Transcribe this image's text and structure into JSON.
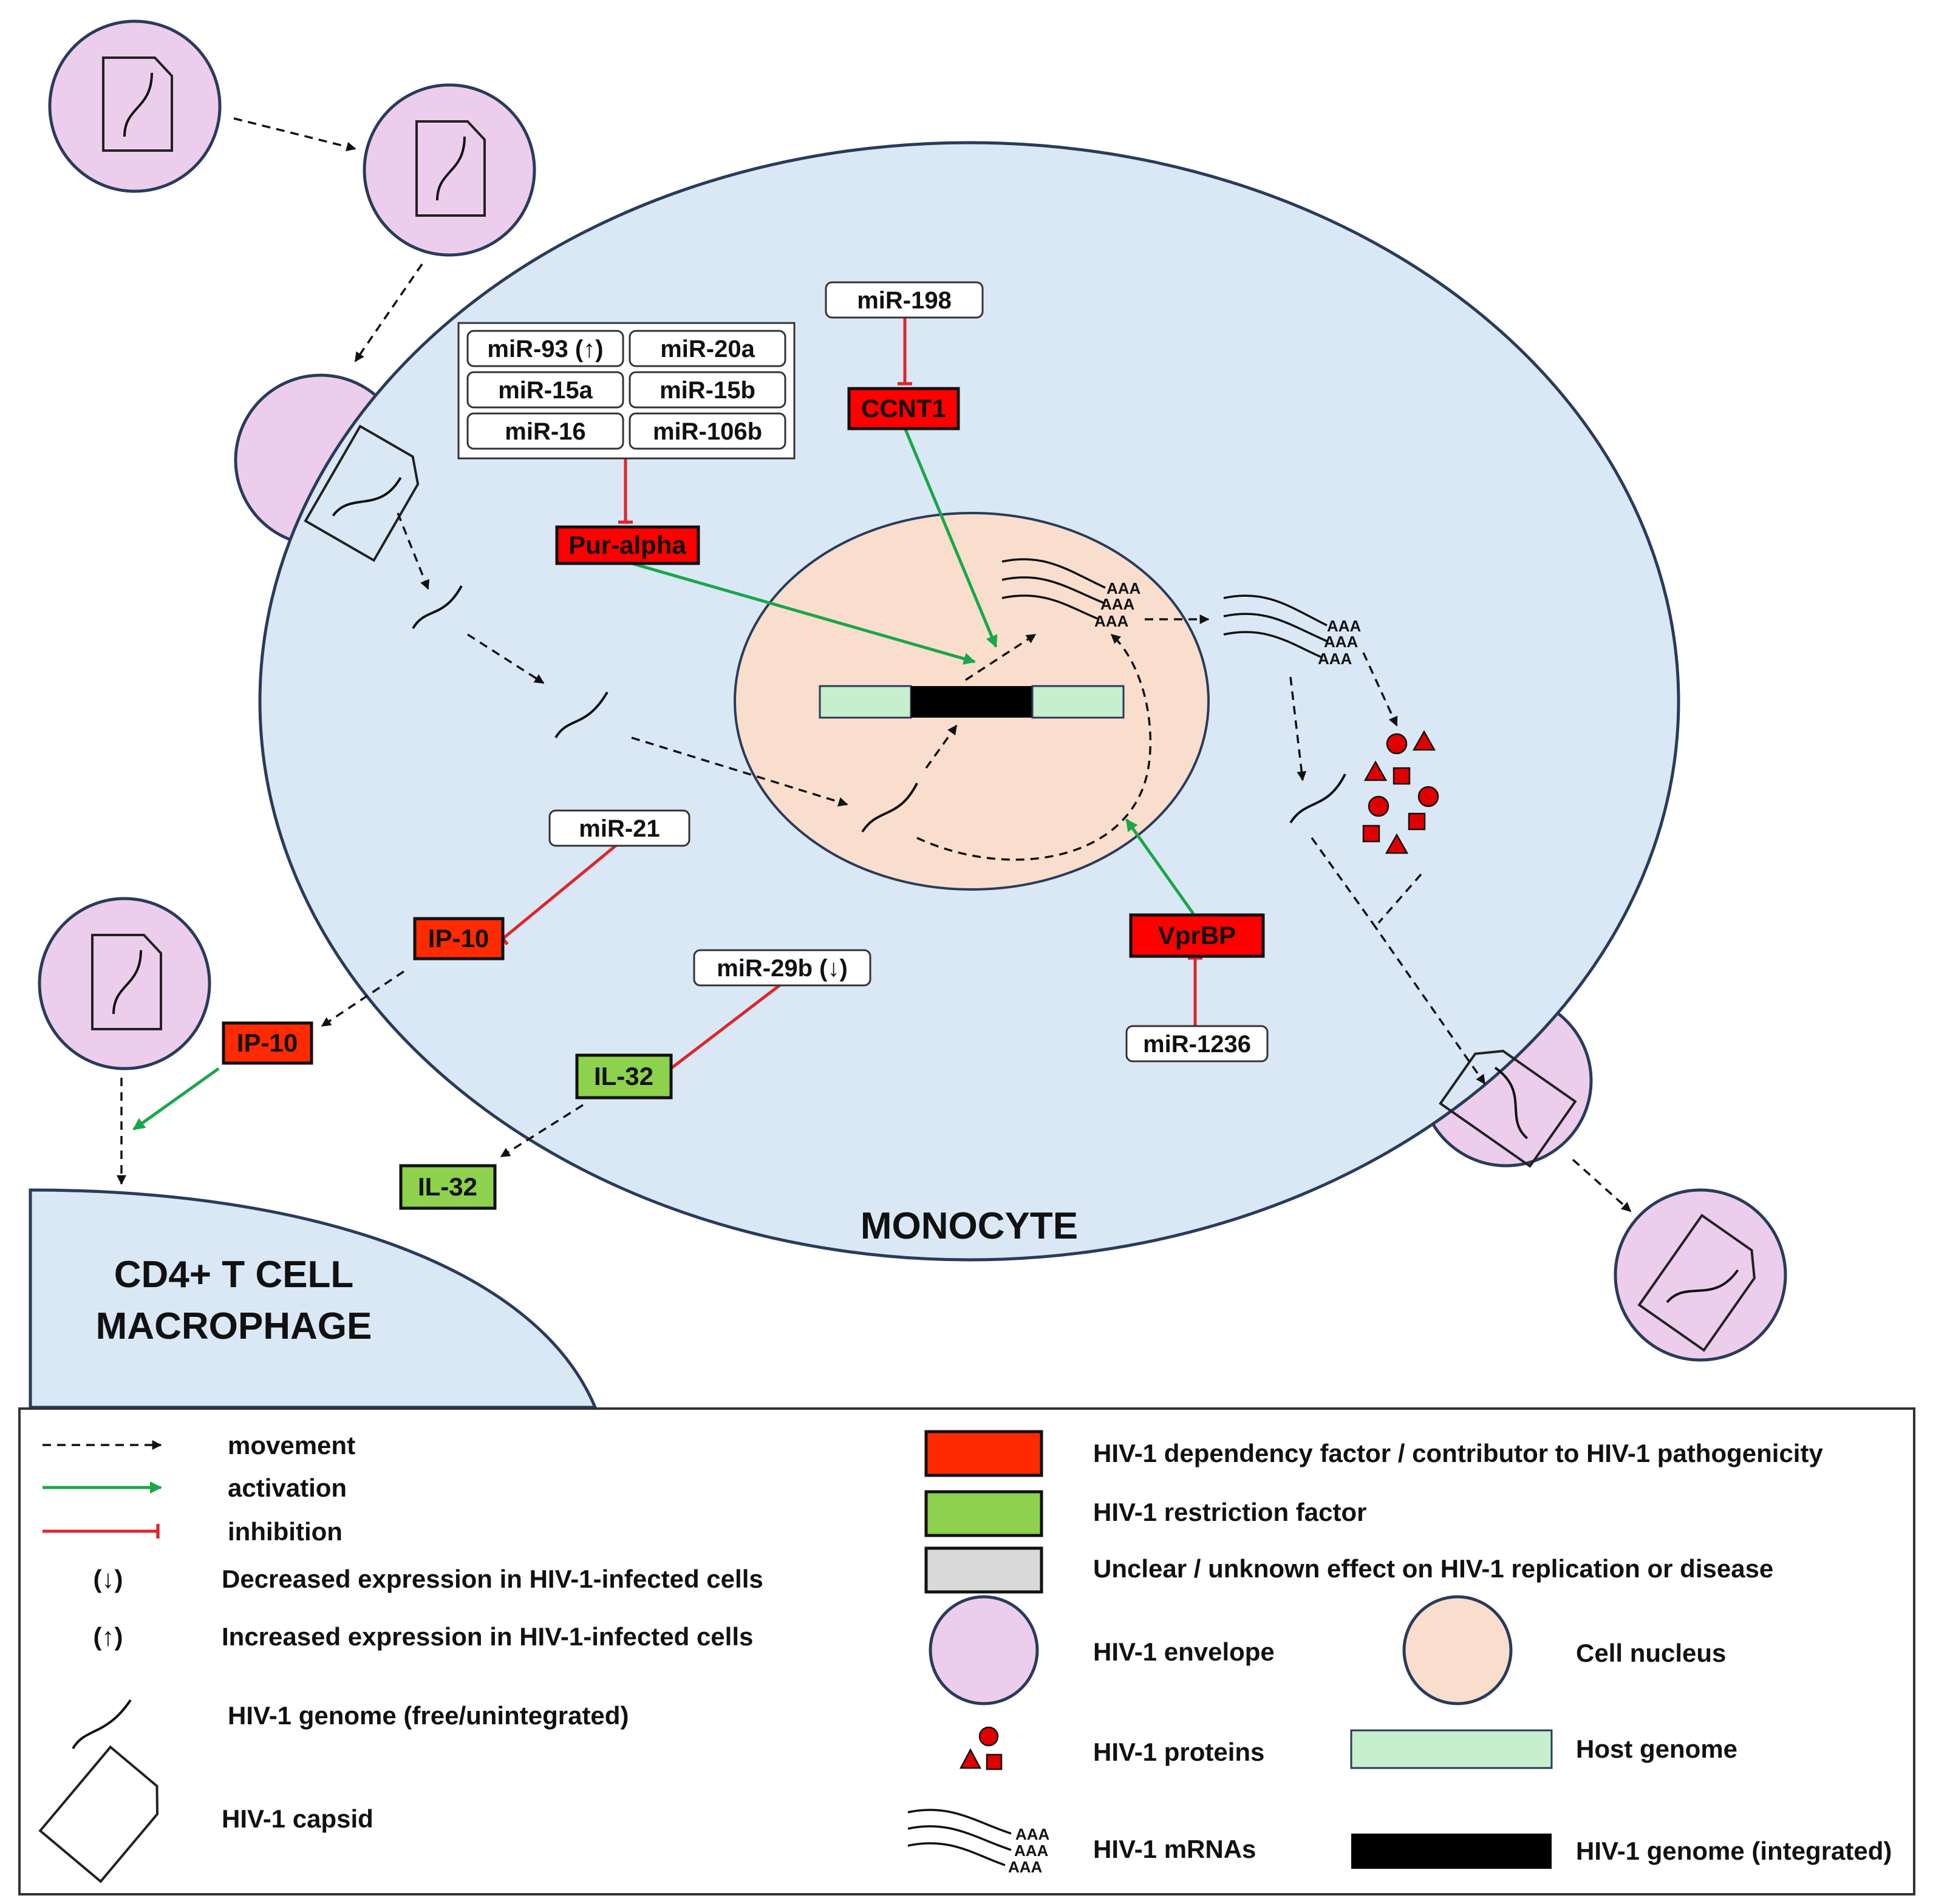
{
  "colors": {
    "monocyte_fill": "#dae8f6",
    "envelope_fill": "#edcdec",
    "nucleus_fill": "#f9decd",
    "host_genome": "#c6efce",
    "integrated_genome": "#000000",
    "dependency_factor": "#ff2a00",
    "restriction_factor": "#8dd14c",
    "unclear_factor": "#d9d9d9",
    "activation_arrow": "#1aa64a",
    "inhibition_arrow": "#e0252b",
    "protein": "#e00000"
  },
  "labels": {
    "monocyte": "MONOCYTE",
    "target_cell_line1": "CD4+ T CELL",
    "target_cell_line2": "MACROPHAGE",
    "mrna_tail": "AAA"
  },
  "mirnas": {
    "mir93": "miR-93 (↑)",
    "mir20a": "miR-20a",
    "mir15a": "miR-15a",
    "mir15b": "miR-15b",
    "mir16": "miR-16",
    "mir106b": "miR-106b",
    "mir198": "miR-198",
    "mir21": "miR-21",
    "mir29b": "miR-29b (↓)",
    "mir1236": "miR-1236"
  },
  "factors": {
    "pur_alpha": "Pur-alpha",
    "ccnt1": "CCNT1",
    "ip10_inner": "IP-10",
    "ip10_outer": "IP-10",
    "il32_inner": "IL-32",
    "il32_outer": "IL-32",
    "vprbp": "VprBP"
  },
  "legend": {
    "movement": "movement",
    "activation": "activation",
    "inhibition": "inhibition",
    "down_symbol": "(↓)",
    "down_text": "Decreased expression in HIV-1-infected cells",
    "up_symbol": "(↑)",
    "up_text": "Increased expression in HIV-1-infected cells",
    "free_genome": "HIV-1 genome (free/unintegrated)",
    "capsid": "HIV-1 capsid",
    "dependency": "HIV-1 dependency factor / contributor to HIV-1 pathogenicity",
    "restriction": "HIV-1 restriction factor",
    "unclear": "Unclear / unknown effect on HIV-1 replication or disease",
    "envelope": "HIV-1 envelope",
    "nucleus": "Cell nucleus",
    "proteins": "HIV-1 proteins",
    "host_genome": "Host genome",
    "mrnas": "HIV-1 mRNAs",
    "integrated_genome": "HIV-1 genome (integrated)"
  }
}
